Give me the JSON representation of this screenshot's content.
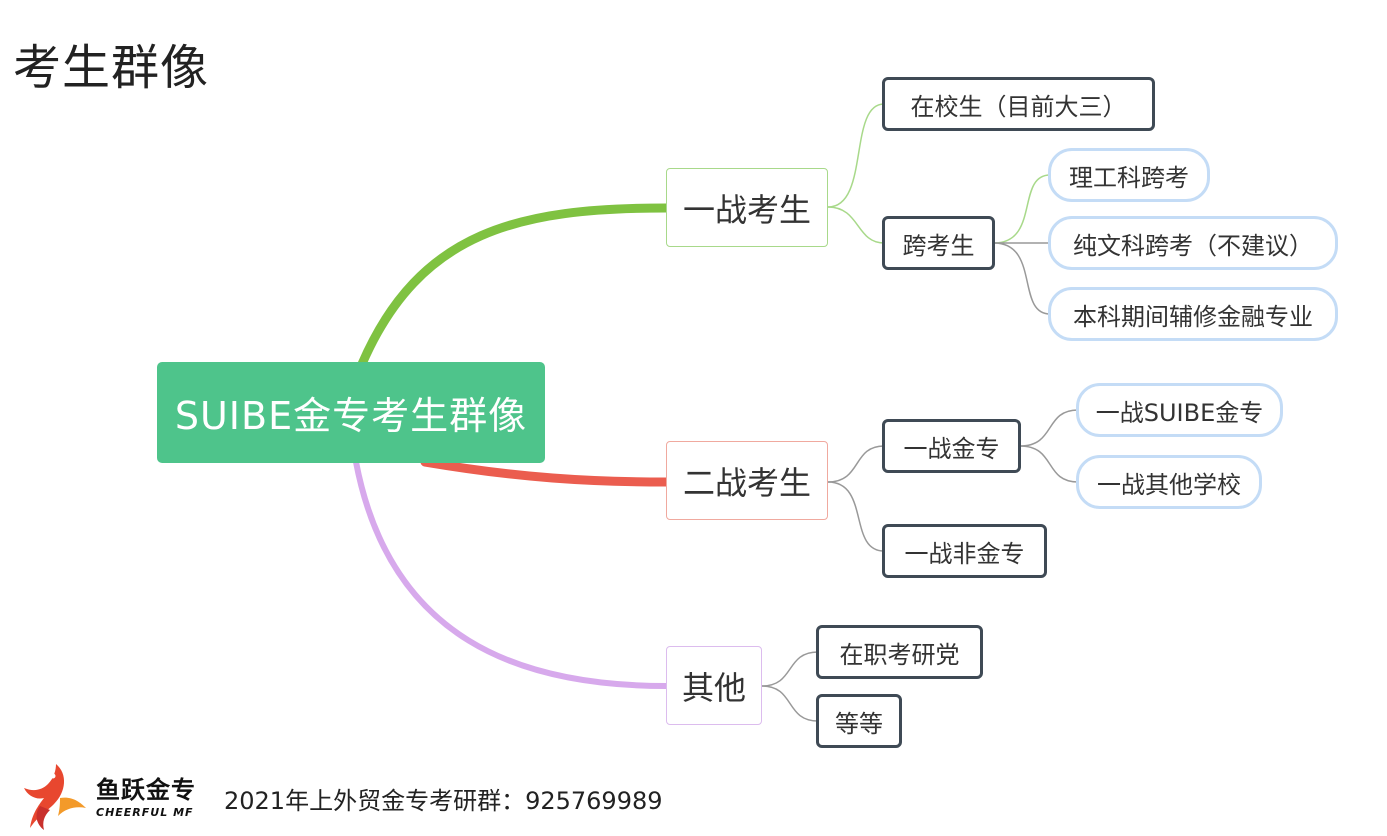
{
  "title": "考生群像",
  "diagram": {
    "root": "SUIBE金专考生群像",
    "branches": [
      {
        "label": "一战考生",
        "color": "#7fc241",
        "children": [
          {
            "label": "在校生（目前大三）"
          },
          {
            "label": "跨考生",
            "children": [
              "理工科跨考",
              "纯文科跨考（不建议）",
              "本科期间辅修金融专业"
            ]
          }
        ]
      },
      {
        "label": "二战考生",
        "color": "#eb5d4f",
        "children": [
          {
            "label": "一战金专",
            "children": [
              "一战SUIBE金专",
              "一战其他学校"
            ]
          },
          {
            "label": "一战非金专"
          }
        ]
      },
      {
        "label": "其他",
        "color": "#d7a9ec",
        "children": [
          {
            "label": "在职考研党"
          },
          {
            "label": "等等"
          }
        ]
      }
    ]
  },
  "footer": {
    "logo_cn": "鱼跃金专",
    "logo_en": "CHEERFUL MF",
    "text": "2021年上外贸金专考研群：925769989"
  }
}
